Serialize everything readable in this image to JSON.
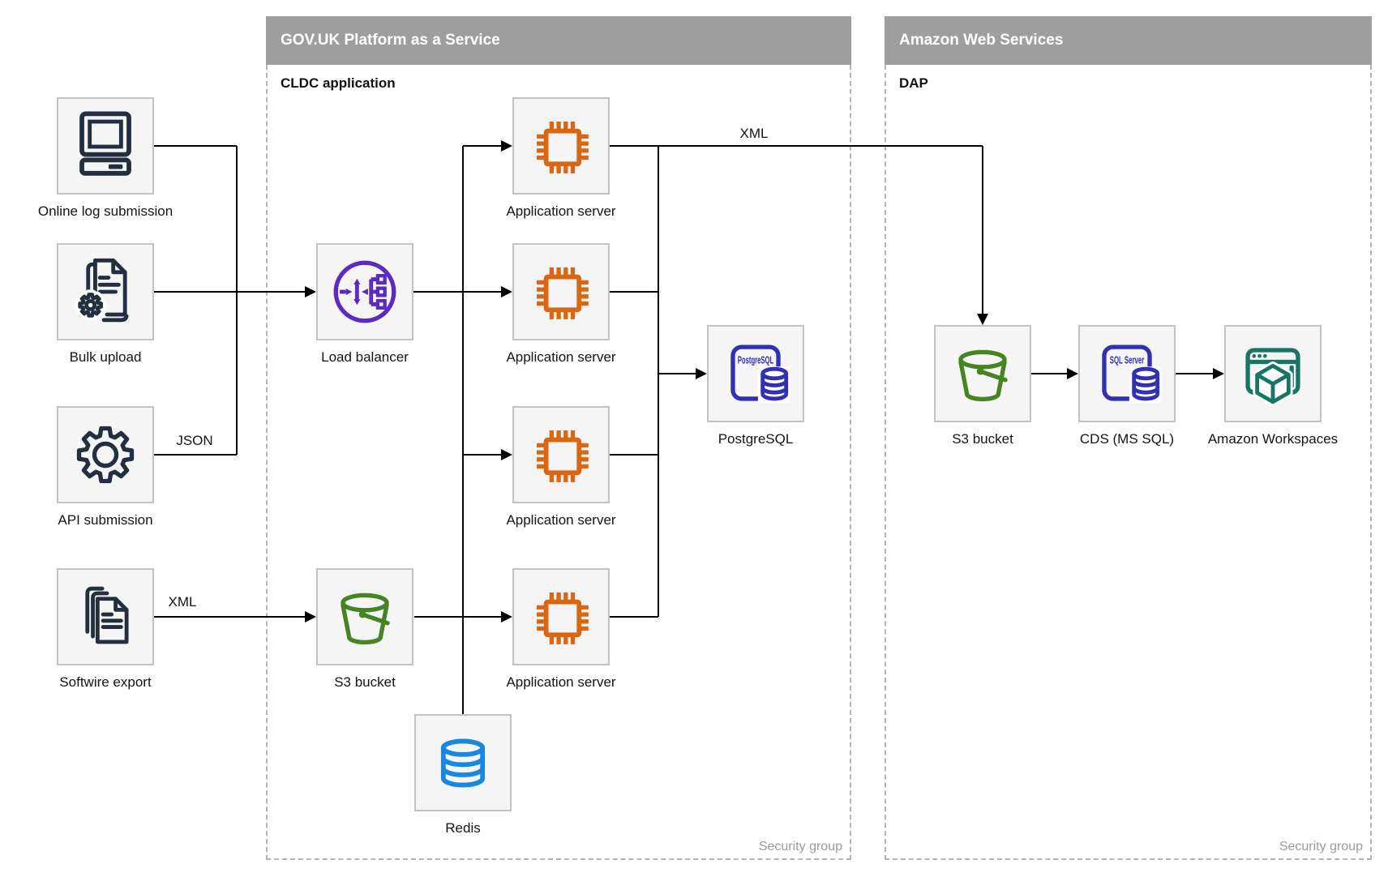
{
  "diagram": {
    "type": "cloud-architecture",
    "containers": [
      {
        "title": "GOV.UK Platform as a Service",
        "sublabel": "CLDC application",
        "footer": "Security group"
      },
      {
        "title": "Amazon Web Services",
        "sublabel": "DAP",
        "footer": "Security group"
      }
    ],
    "nodes": [
      {
        "id": "online-log-submission",
        "label": "Online log submission",
        "icon": "computer-icon"
      },
      {
        "id": "bulk-upload",
        "label": "Bulk upload",
        "icon": "document-gear-icon"
      },
      {
        "id": "api-submission",
        "label": "API submission",
        "icon": "gear-icon"
      },
      {
        "id": "softwire-export",
        "label": "Softwire export",
        "icon": "documents-stack-icon"
      },
      {
        "id": "load-balancer",
        "label": "Load balancer",
        "icon": "load-balancer-icon"
      },
      {
        "id": "app-server-1",
        "label": "Application server",
        "icon": "chip-icon"
      },
      {
        "id": "app-server-2",
        "label": "Application server",
        "icon": "chip-icon"
      },
      {
        "id": "app-server-3",
        "label": "Application server",
        "icon": "chip-icon"
      },
      {
        "id": "app-server-4",
        "label": "Application server",
        "icon": "chip-icon"
      },
      {
        "id": "s3-bucket-paas",
        "label": "S3 bucket",
        "icon": "bucket-icon"
      },
      {
        "id": "postgresql",
        "label": "PostgreSQL",
        "icon": "postgresql-icon",
        "icon_text": "PostgreSQL"
      },
      {
        "id": "redis",
        "label": "Redis",
        "icon": "database-icon"
      },
      {
        "id": "s3-bucket-aws",
        "label": "S3 bucket",
        "icon": "bucket-icon"
      },
      {
        "id": "cds-mssql",
        "label": "CDS (MS SQL)",
        "icon": "sql-server-icon",
        "icon_text": "SQL Server"
      },
      {
        "id": "amazon-workspaces",
        "label": "Amazon Workspaces",
        "icon": "workspaces-icon"
      }
    ],
    "edge_labels": {
      "json": "JSON",
      "xml_export": "XML",
      "xml_feed": "XML"
    },
    "colors": {
      "header_bg": "#9e9e9e",
      "node_fill": "#f5f5f5",
      "node_border": "#c3c3c3",
      "source_navy": "#232f3e",
      "load_balancer_purple": "#5b2bc0",
      "app_server_orange": "#d86613",
      "sql_indigo": "#3130b5",
      "bucket_green": "#448422",
      "redis_blue": "#1787e0",
      "workspaces_teal": "#177663",
      "connector_black": "#000000",
      "security_group_gray": "#9b9b9b"
    }
  }
}
